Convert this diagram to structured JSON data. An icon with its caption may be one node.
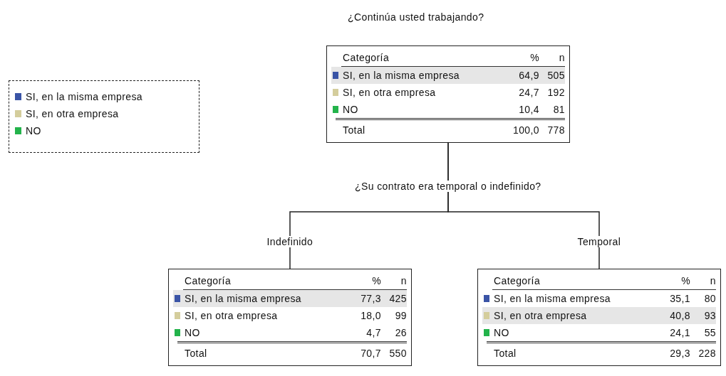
{
  "diagram": {
    "title": "¿Continúa usted trabajando?",
    "nodes": [
      {
        "text": [
          "Categoría",
          "%",
          "n",
          "SI, en la misma empresa",
          "64,9",
          "505",
          "SI, en otra empresa",
          "24,7",
          "192",
          "NO",
          "10,4",
          "81",
          "Total",
          "100,0",
          "778"
        ]
      },
      {
        "text": [
          "Categoría",
          "%",
          "n",
          "SI, en la misma empresa",
          "77,3",
          "425",
          "SI, en otra empresa",
          "18,0",
          "99",
          "NO",
          "4,7",
          "26",
          "Total",
          "70,7",
          "550"
        ]
      },
      {
        "text": [
          "Categoría",
          "%",
          "n",
          "SI, en la misma empresa",
          "35,1",
          "80",
          "SI, en otra empresa",
          "40,8",
          "93",
          "NO",
          "24,1",
          "55",
          "Total",
          "29,3",
          "228"
        ]
      }
    ],
    "edges": [
      {
        "from": 0,
        "to": 1,
        "arrow": "none",
        "label": "Indefinido"
      },
      {
        "from": 0,
        "to": 2,
        "arrow": "none",
        "label": "Temporal"
      }
    ],
    "labels": [
      "¿Su contrato era temporal o indefinido?"
    ],
    "legend": [
      {
        "text": "SI, en la misma empresa",
        "color": "#3a54a6"
      },
      {
        "text": "SI, en otra empresa",
        "color": "#d4cd9c"
      },
      {
        "text": "NO",
        "color": "#23b34b"
      }
    ]
  }
}
